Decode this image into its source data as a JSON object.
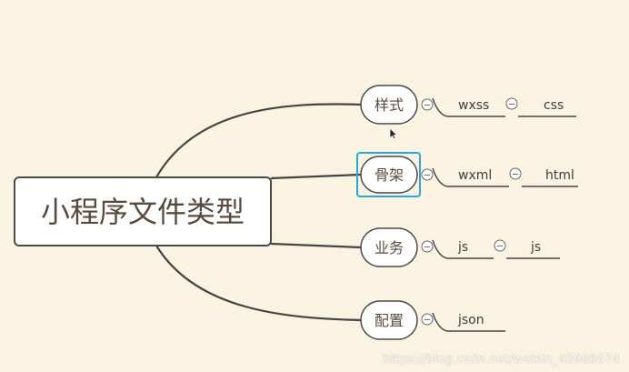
{
  "mindmap": {
    "root": {
      "label": "小程序文件类型"
    },
    "branches": [
      {
        "label": "样式",
        "selected": false,
        "leaves": [
          "wxss",
          "css"
        ]
      },
      {
        "label": "骨架",
        "selected": true,
        "leaves": [
          "wxml",
          "html"
        ]
      },
      {
        "label": "业务",
        "selected": false,
        "leaves": [
          "js",
          "js"
        ]
      },
      {
        "label": "配置",
        "selected": false,
        "leaves": [
          "json"
        ]
      }
    ],
    "fold_glyph": "−"
  },
  "colors": {
    "background": "#fbf3e2",
    "line": "#444444",
    "node_border": "#4a4a4a",
    "selection": "#2aa6dd",
    "node_fill": "#ffffff"
  },
  "watermark": "https://blog.csdn.net/weixin_45966674"
}
